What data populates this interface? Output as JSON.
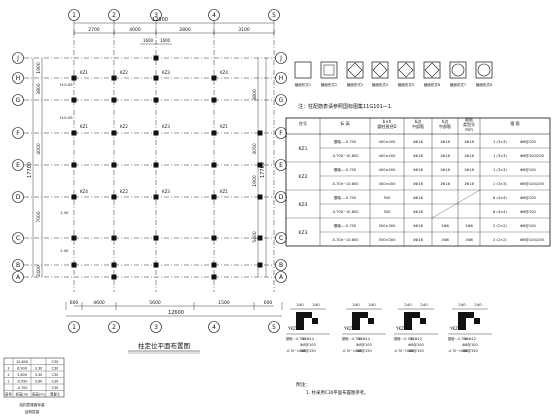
{
  "plan": {
    "title": "柱定位平面布置图",
    "column_axes": [
      "1",
      "2",
      "3",
      "4",
      "5"
    ],
    "row_axes": [
      "J",
      "H",
      "G",
      "F",
      "E",
      "D",
      "C",
      "B",
      "A"
    ],
    "top_total": "12800",
    "top_segments": [
      "2700",
      "4000",
      "2800",
      "3100"
    ],
    "top_sub": [
      "1600",
      "1600"
    ],
    "bottom_total": "12600",
    "bottom_segments": [
      "600",
      "4600",
      "5600",
      "1500",
      "600"
    ],
    "left_total": "17700",
    "left_segments": [
      "1900",
      "3800",
      "4000",
      "7000",
      "2400"
    ],
    "right_total": "17700",
    "right_segments": [
      "3800",
      "3050",
      "1900",
      "5400"
    ],
    "column_tags": [
      "KZ1",
      "KZ2",
      "KZ3",
      "KZ4",
      "KZ1",
      "KZ2",
      "KZ3",
      "KZ1",
      "KZ4",
      "KZ2",
      "KZ3",
      "KZ1"
    ],
    "elevations": [
      "H-0.05",
      "H-0.05",
      "1.40",
      "1.40"
    ]
  },
  "section_legend": {
    "labels": [
      "截面形式1",
      "截面形式2",
      "截面形式3",
      "截面形式4",
      "截面形式5",
      "截面形式6",
      "截面形式7",
      "截面形式8"
    ]
  },
  "note_top": "注：柱配筋表请参照国标图集11G101—1.",
  "column_table": {
    "headers": [
      "柱号",
      "标 高",
      "b×h\n圆柱直径D",
      "b边\n中部筋",
      "h边\n中部筋",
      "箍筋\n类型号\nm/n",
      "箍 筋"
    ],
    "rows": [
      [
        "KZ1",
        "基础—-0.700",
        "400×400",
        "4Ф16",
        "1Ф16",
        "1Ф16",
        "1 (3×3)",
        "Ф8@100"
      ],
      [
        "",
        "-0.700~10.800",
        "400×400",
        "4Ф16",
        "1Ф16",
        "1Ф16",
        "1 (3×3)",
        "Ф8@100/200"
      ],
      [
        "KZ2",
        "基础—-0.700",
        "400×400",
        "4Ф16",
        "1Ф16",
        "1Ф16",
        "1 (3×3)",
        "Ф8@100"
      ],
      [
        "",
        "-0.700~10.800",
        "400×400",
        "4Ф16",
        "1Ф16",
        "1Ф16",
        "1 (3×3)",
        "Ф8@100/200"
      ],
      [
        "KZ4",
        "基础—-0.700",
        "500",
        "4Ф16",
        "",
        "",
        "8 (4×4)",
        "Ф8@100"
      ],
      [
        "",
        "-0.700~10.800",
        "500",
        "4Ф16",
        "",
        "",
        "8 (4×4)",
        "Ф8@100"
      ],
      [
        "KZ3",
        "基础—-0.700",
        "500×300",
        "4Ф16",
        "1Ф8",
        "1Ф8",
        "2 (2×2)",
        "Ф8@100"
      ],
      [
        "",
        "-0.700~10.800",
        "500×300",
        "4Ф16",
        "1Ф8",
        "1Ф8",
        "2 (2×2)",
        "Ф8@100/200"
      ]
    ]
  },
  "detail_columns": [
    {
      "name": "YKZ1",
      "dims": [
        "240",
        "240"
      ],
      "rows": [
        "14Ф14",
        "Ф8@100",
        "Ф8@150"
      ],
      "elev": [
        "基础~-0.700",
        "-0.70~10.80"
      ]
    },
    {
      "name": "YKZ2",
      "dims": [
        "240",
        "240"
      ],
      "rows": [
        "14Ф14",
        "Ф8@100",
        "Ф8@150"
      ],
      "elev": [
        "基础~-0.700",
        "-0.70~10.80"
      ]
    },
    {
      "name": "YKZ3",
      "dims": [
        "240",
        "240"
      ],
      "rows": [
        "14Ф12",
        "Ф8@100",
        "Ф8@150"
      ],
      "elev": [
        "基础~-0.700",
        "-0.70~10.80"
      ]
    },
    {
      "name": "YKZ4",
      "dims": [
        "240",
        "240"
      ],
      "rows": [
        "14Ф12",
        "Ф8@100",
        "Ф8@150"
      ],
      "elev": [
        "基础~-0.700",
        "-0.70~10.80"
      ]
    }
  ],
  "notes": {
    "title": "附注：",
    "items": [
      "1. 柱采用C30平面布置图参考。"
    ]
  },
  "floor_table": {
    "rows": [
      [
        "",
        "10.800",
        "",
        "C30"
      ],
      [
        "3",
        "6.900",
        "3.30",
        "C30"
      ],
      [
        "2",
        "3.600",
        "3.30",
        "C30"
      ],
      [
        "1",
        "-0.050",
        "3.60",
        "C30"
      ],
      [
        "",
        "-0.700",
        "",
        "C30"
      ],
      [
        "层号",
        "标高(m)",
        "层高(m)",
        "混凝土"
      ]
    ],
    "caption": "结构层楼面标高",
    "caption2": "结构层高"
  }
}
